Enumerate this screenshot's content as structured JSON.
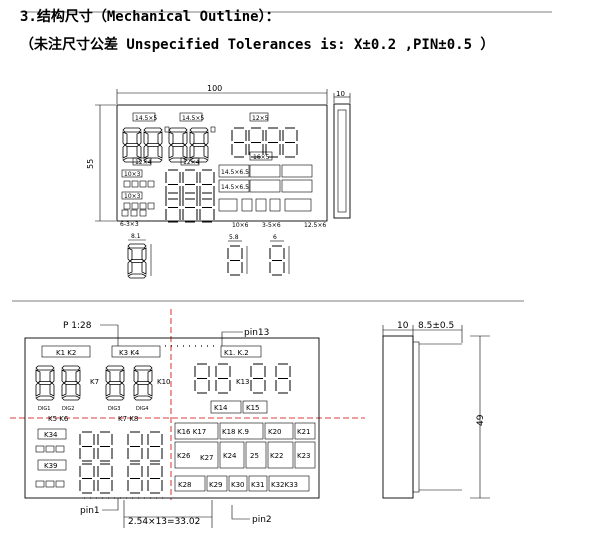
{
  "title": "3.结构尺寸（Mechanical Outline）：",
  "subtitle": "（未注尺寸公差 Unspecified Tolerances is: X±0.2 ,PIN±0.5 ）",
  "top_drawing": {
    "width_dim": "100",
    "height_dim": "55",
    "thickness_dim": "10",
    "digit_box_a": "14.5×5",
    "digit_box_b": "14.5×5",
    "digit_box_c": "12×5",
    "digit_box_d": "16×5",
    "small_box_a": "12×4",
    "small_box_b": "12×4",
    "small_box_c": "10×3",
    "small_box_d": "10×3",
    "bar_a": "14.5×6.5",
    "bar_b": "14.5×6.5",
    "bottom_a": "6-3×3",
    "bottom_b": "10×6",
    "bottom_c": "3-5×6",
    "bottom_d": "12.5×6",
    "detail_a": "8.1",
    "detail_b": "5.8",
    "detail_c": "6"
  },
  "bottom_drawing": {
    "pitch_label": "P 1:28",
    "pin13_label": "pin13",
    "pin1_label": "pin1",
    "pin2_label": "pin2",
    "pitch_dim": "2.54×13=33.02",
    "depth_dim": "10",
    "pin_dim": "8.5±0.5",
    "height_dim": "49",
    "keys": {
      "k1k2_left": "K1 K2",
      "k3k4": "K3 K4",
      "k1k2_right": "K1. K.2",
      "k7": "K7",
      "k10": "K10",
      "k13": "K13",
      "k5k6": "K5 K6",
      "k7k8": "K7 K8",
      "k14": "K14",
      "k15": "K15",
      "k34": "K34",
      "k39": "K39",
      "k16k17": "K16 K17",
      "k18k19": "K18 K.9",
      "k20": "K20",
      "k21": "K21",
      "k26": "K26",
      "k27": "K27",
      "k24": "K24",
      "k25": "25",
      "k22": "K22",
      "k23": "K23",
      "k28": "K28",
      "k29": "K29",
      "k30": "K30",
      "k31": "K31",
      "k32k33": "K32K33"
    },
    "dig_labels": {
      "dig1": "DIG1",
      "dig2": "DIG2",
      "dig3": "DIG3",
      "dig4": "DIG4"
    }
  }
}
